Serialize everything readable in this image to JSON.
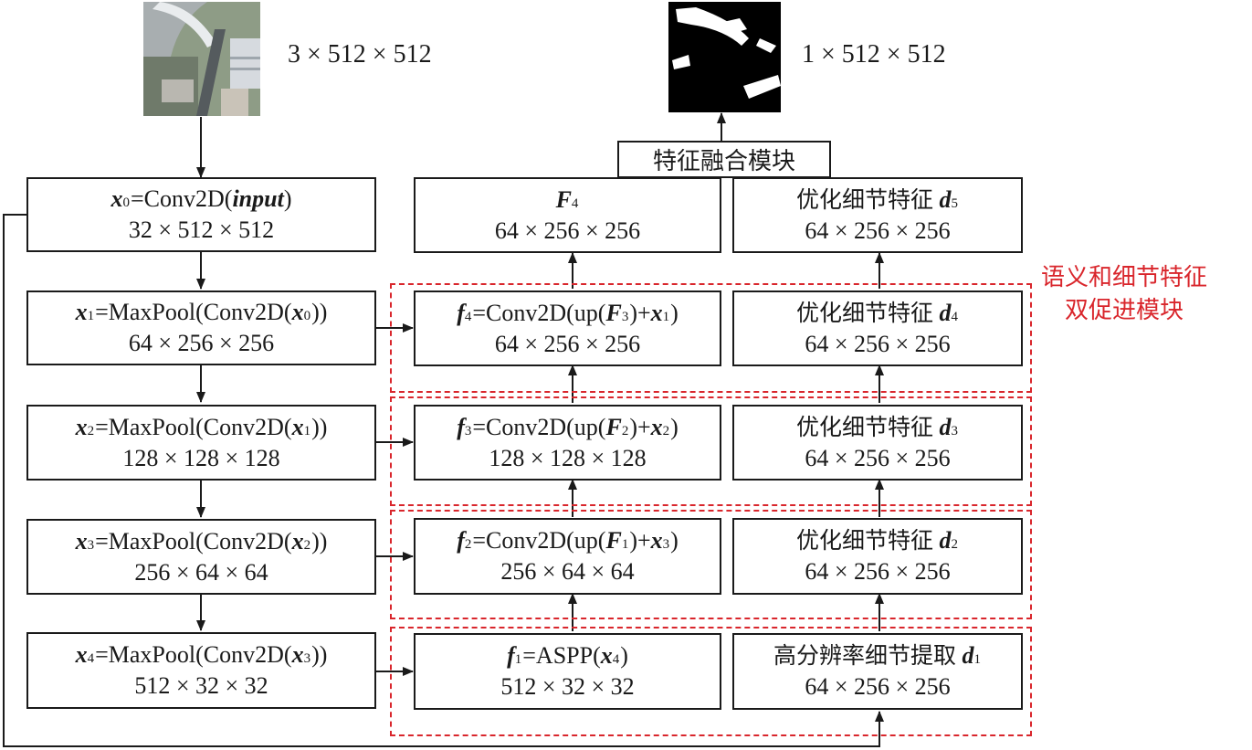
{
  "input_size": "3 × 512 × 512",
  "output_size": "1 × 512 × 512",
  "fusion_label": "特征融合模块",
  "module_note": {
    "line1": "语义和细节特征",
    "line2": "双促进模块"
  },
  "encoder": [
    {
      "var": "x",
      "sub": "0",
      "expr": "=Conv2D(",
      "arg": "input",
      "arg_sub": "",
      "close": ")",
      "dims": "32 × 512 × 512"
    },
    {
      "var": "x",
      "sub": "1",
      "expr": "=MaxPool(Conv2D(",
      "arg": "x",
      "arg_sub": "0",
      "close": "))",
      "dims": "64 × 256 × 256"
    },
    {
      "var": "x",
      "sub": "2",
      "expr": "=MaxPool(Conv2D(",
      "arg": "x",
      "arg_sub": "1",
      "close": "))",
      "dims": "128 × 128 × 128"
    },
    {
      "var": "x",
      "sub": "3",
      "expr": "=MaxPool(Conv2D(",
      "arg": "x",
      "arg_sub": "2",
      "close": "))",
      "dims": "256 × 64 × 64"
    },
    {
      "var": "x",
      "sub": "4",
      "expr": "=MaxPool(Conv2D(",
      "arg": "x",
      "arg_sub": "3",
      "close": "))",
      "dims": "512 × 32 × 32"
    }
  ],
  "decoder": {
    "F4": {
      "var": "F",
      "sub": "4",
      "dims": "64 × 256 × 256"
    },
    "f4": {
      "var": "f",
      "sub": "4",
      "expr": "=Conv2D(up(",
      "up": "F",
      "up_sub": "3",
      "plus": ")+",
      "skip": "x",
      "skip_sub": "1",
      "close": ")",
      "dims": "64 × 256 × 256"
    },
    "f3": {
      "var": "f",
      "sub": "3",
      "expr": "=Conv2D(up(",
      "up": "F",
      "up_sub": "2",
      "plus": ")+",
      "skip": "x",
      "skip_sub": "2",
      "close": ")",
      "dims": "128 × 128 × 128"
    },
    "f2": {
      "var": "f",
      "sub": "2",
      "expr": "=Conv2D(up(",
      "up": "F",
      "up_sub": "1",
      "plus": ")+",
      "skip": "x",
      "skip_sub": "3",
      "close": ")",
      "dims": "256 × 64 × 64"
    },
    "f1": {
      "var": "f",
      "sub": "1",
      "expr": "=ASPP(",
      "arg": "x",
      "arg_sub": "4",
      "close": ")",
      "dims": "512 × 32 × 32"
    }
  },
  "detail": [
    {
      "label": "优化细节特征",
      "var": "d",
      "sub": "5",
      "dims": "64 × 256 × 256"
    },
    {
      "label": "优化细节特征",
      "var": "d",
      "sub": "4",
      "dims": "64 × 256 × 256"
    },
    {
      "label": "优化细节特征",
      "var": "d",
      "sub": "3",
      "dims": "64 × 256 × 256"
    },
    {
      "label": "优化细节特征",
      "var": "d",
      "sub": "2",
      "dims": "64 × 256 × 256"
    },
    {
      "label": "高分辨率细节提取",
      "var": "d",
      "sub": "1",
      "dims": "64 × 256 × 256"
    }
  ],
  "colors": {
    "stroke": "#1a1a1a",
    "accent": "#d9262c"
  }
}
